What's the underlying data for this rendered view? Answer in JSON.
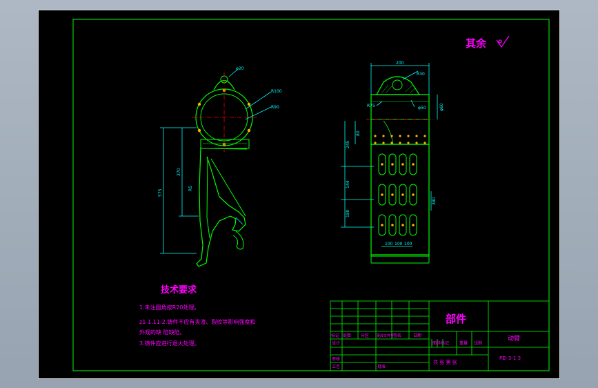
{
  "drawing": {
    "roughness_note": "其余",
    "tech_title": "技术要求",
    "tech_lines": [
      "1.未注圆角按R20处理。",
      "z1-1.11:2.铸件不应有夹渣、裂纹等影响强度和",
      "外观的缺    陷缺陷。",
      "3.铸件应进行退火处理。"
    ],
    "dims_left": [
      "φ20",
      "R100",
      "R90",
      "575",
      "370",
      "R5"
    ],
    "dims_right": [
      "200",
      "R30",
      "R75",
      "φ50",
      "φ60",
      "80",
      "245",
      "144",
      "180",
      "380",
      "100",
      "100",
      "100"
    ]
  },
  "title_block": {
    "part_label": "部件",
    "drawing_name": "动臂",
    "drawing_number": "PEI 3-1 3",
    "header_cells": [
      "标记",
      "处数",
      "分区",
      "更改文件号",
      "签名",
      "日期"
    ],
    "row_labels": [
      "设计",
      "审核",
      "工艺",
      "批准"
    ],
    "stage_label": "图样标记",
    "weight_label": "重量",
    "scale_label": "比例",
    "sheet_label": "共  张    第  张"
  },
  "colors": {
    "frame": "#00ff00",
    "geometry": "#00ff00",
    "dimension": "#00ffff",
    "center": "#ff0000",
    "note": "#ff00ff",
    "point": "#ffb000"
  }
}
